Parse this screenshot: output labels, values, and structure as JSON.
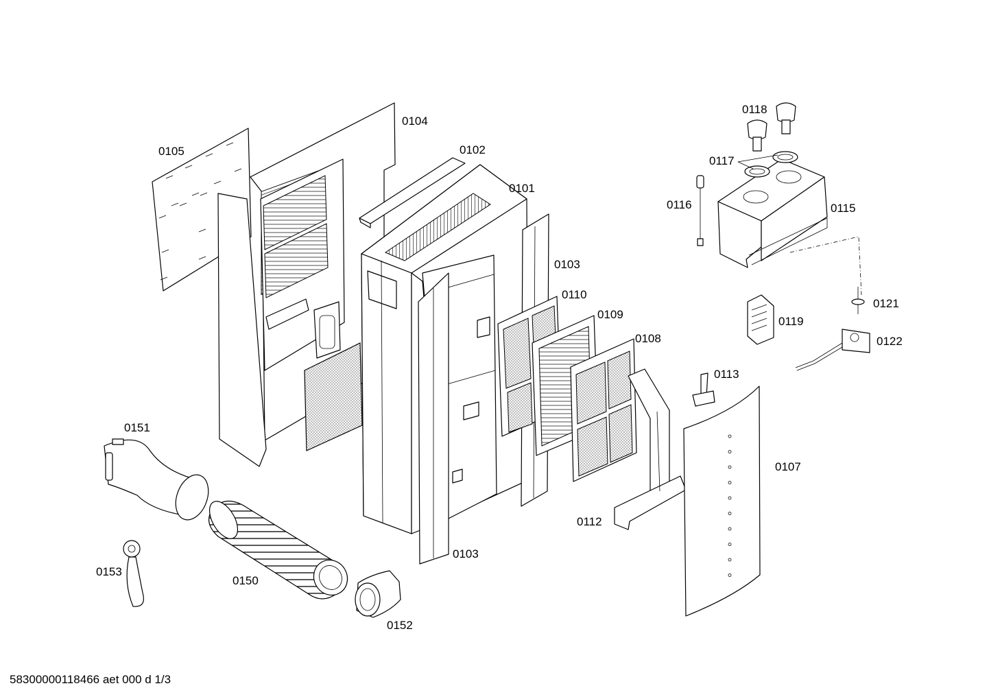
{
  "labels": {
    "p0101": "0101",
    "p0102": "0102",
    "p0103a": "0103",
    "p0103b": "0103",
    "p0104": "0104",
    "p0105": "0105",
    "p0107": "0107",
    "p0108": "0108",
    "p0109": "0109",
    "p0110": "0110",
    "p0112": "0112",
    "p0113": "0113",
    "p0115": "0115",
    "p0116": "0116",
    "p0117": "0117",
    "p0118": "0118",
    "p0119": "0119",
    "p0121": "0121",
    "p0122": "0122",
    "p0150": "0150",
    "p0151": "0151",
    "p0152": "0152",
    "p0153": "0153"
  },
  "footer": {
    "doc_id": "58300000118466 aet 000 d 1/3"
  }
}
